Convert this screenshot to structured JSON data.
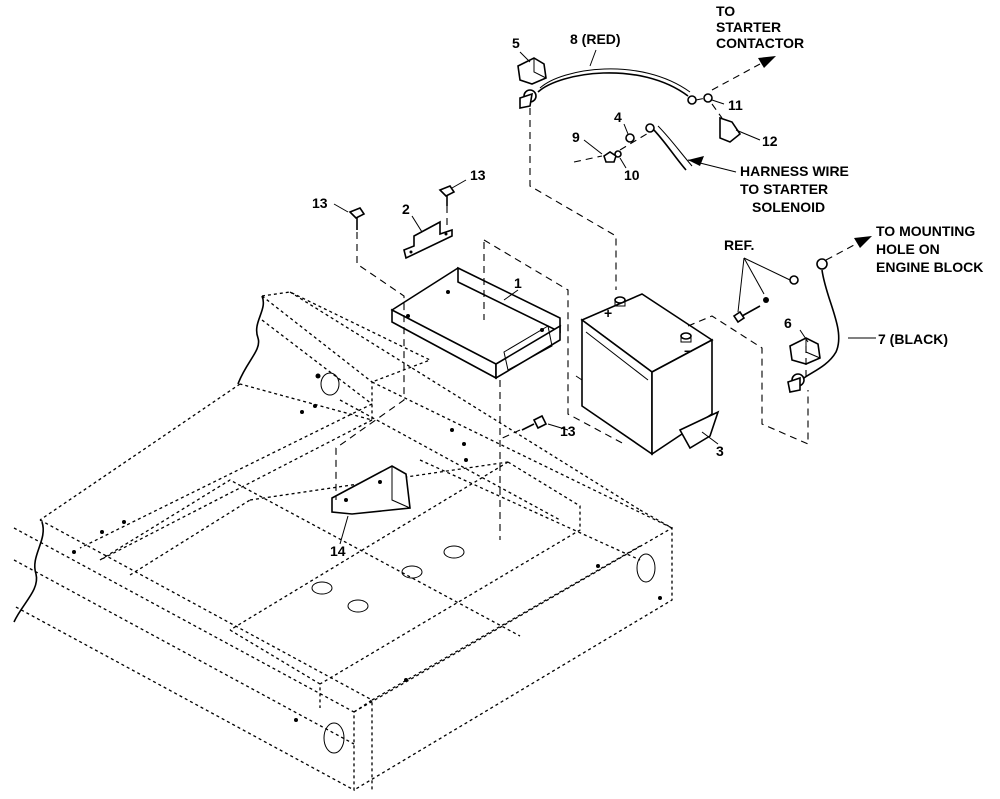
{
  "callouts": {
    "c1": "1",
    "c2": "2",
    "c3": "3",
    "c4": "4",
    "c5": "5",
    "c6": "6",
    "c7": "7 (BLACK)",
    "c8": "8 (RED)",
    "c9": "9",
    "c10": "10",
    "c11": "11",
    "c12": "12",
    "c13": "13",
    "c14": "14",
    "ref": "REF."
  },
  "notes": {
    "starter_contactor": [
      "TO",
      "STARTER",
      "CONTACTOR"
    ],
    "harness_wire": [
      "HARNESS WIRE",
      "TO STARTER",
      "SOLENOID"
    ],
    "mounting_hole": [
      "TO MOUNTING",
      "HOLE ON",
      "ENGINE BLOCK"
    ]
  },
  "battery": {
    "positive_symbol": "+",
    "negative_symbol": "−"
  },
  "icons": [
    "arrow-icon",
    "bolt-icon",
    "battery-icon",
    "cable-icon",
    "terminal-boot-icon"
  ]
}
